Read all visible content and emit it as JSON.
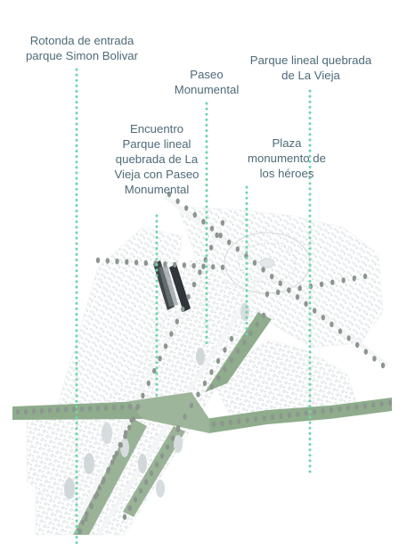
{
  "labels": {
    "rotonda": {
      "lines": [
        "Rotonda de entrada",
        "parque Simon Bolivar"
      ]
    },
    "paseo": {
      "lines": [
        "Paseo",
        "Monumental"
      ]
    },
    "parque_lineal": {
      "lines": [
        "Parque lineal quebrada",
        "de La Vieja"
      ]
    },
    "encuentro": {
      "lines": [
        "Encuentro",
        "Parque lineal",
        "quebrada de La",
        "Vieja con Paseo",
        "Monumental"
      ]
    },
    "plaza": {
      "lines": [
        "Plaza",
        "monumento de",
        "los héroes"
      ]
    }
  },
  "colors": {
    "label_text": "#4e6a78",
    "leader_line": "#6fd6ab",
    "greenway": "#8fac8c",
    "tree": "#8c968f",
    "building": "#c9cfd2",
    "block": "#e7eaec"
  },
  "icons": {
    "tree": "tree-icon",
    "building": "building-icon"
  }
}
